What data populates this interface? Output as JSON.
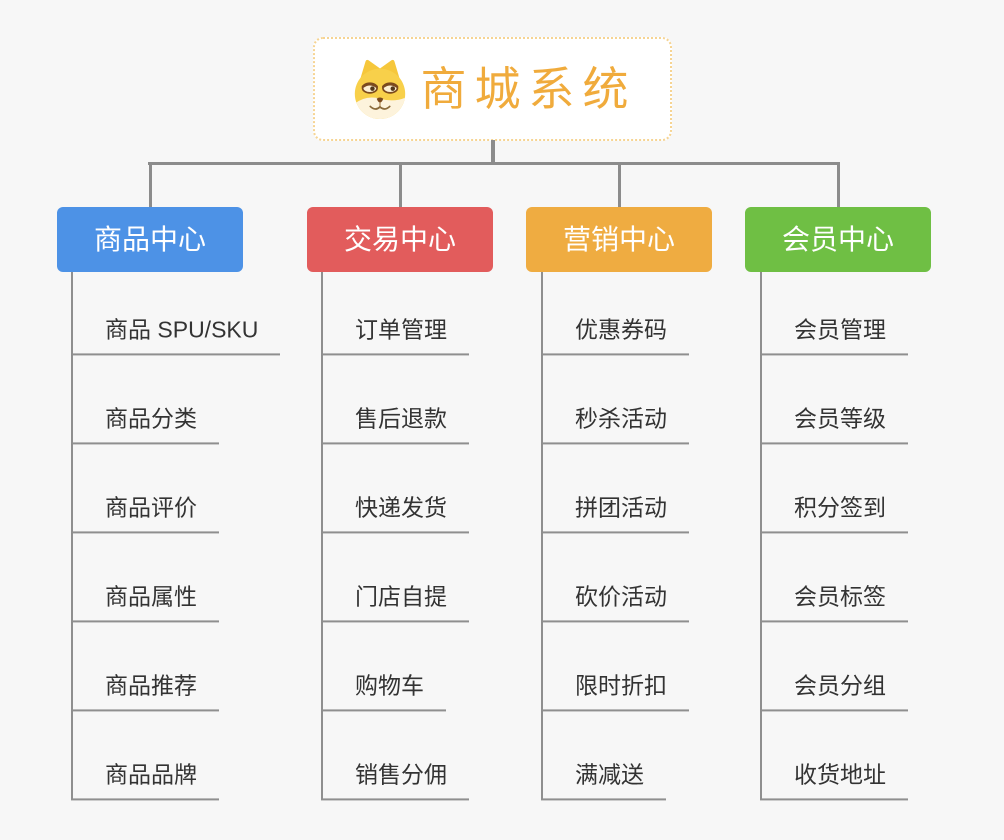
{
  "root": {
    "title": "商城系统",
    "icon": "doge-icon"
  },
  "branches": [
    {
      "name": "product-center",
      "label": "商品中心",
      "color": "#4D92E6",
      "items": [
        "商品 SPU/SKU",
        "商品分类",
        "商品评价",
        "商品属性",
        "商品推荐",
        "商品品牌"
      ]
    },
    {
      "name": "trade-center",
      "label": "交易中心",
      "color": "#E25C5C",
      "items": [
        "订单管理",
        "售后退款",
        "快递发货",
        "门店自提",
        "购物车",
        "销售分佣"
      ]
    },
    {
      "name": "marketing-center",
      "label": "营销中心",
      "color": "#EFAC41",
      "items": [
        "优惠券码",
        "秒杀活动",
        "拼团活动",
        "砍价活动",
        "限时折扣",
        "满减送"
      ]
    },
    {
      "name": "member-center",
      "label": "会员中心",
      "color": "#6FBF44",
      "items": [
        "会员管理",
        "会员等级",
        "积分签到",
        "会员标签",
        "会员分组",
        "收货地址"
      ]
    }
  ],
  "colors": {
    "background": "#F7F7F7",
    "root_text": "#F0AB3C",
    "root_border": "#F6D493",
    "connector": "#8C8C8C",
    "item_text": "#333333",
    "item_line": "#8F8F8F"
  }
}
